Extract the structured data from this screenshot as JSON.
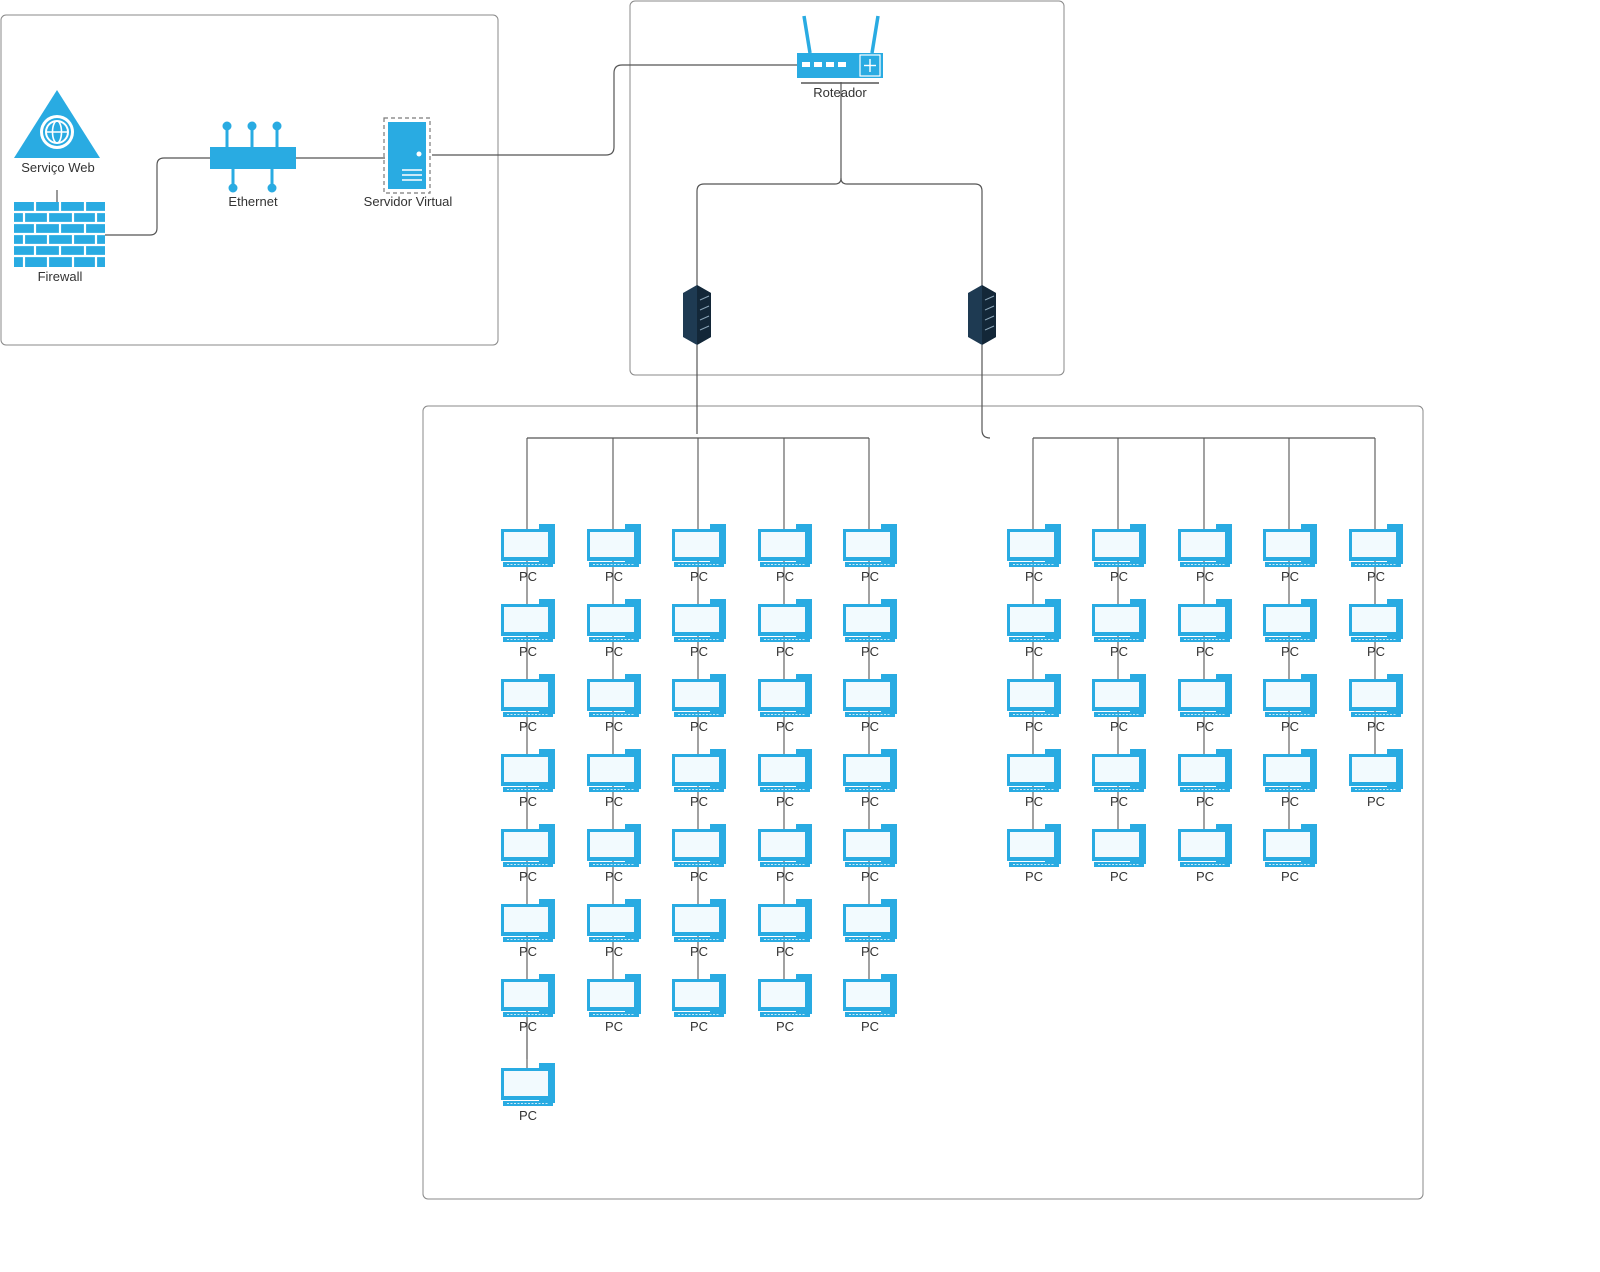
{
  "colors": {
    "accent": "#29ABE2",
    "server_dark": "#1E3A52",
    "line": "#555555",
    "frame": "#888888"
  },
  "nodes": {
    "web_service": {
      "label": "Serviço Web",
      "icon": "web-service-icon"
    },
    "firewall": {
      "label": "Firewall",
      "icon": "firewall-icon"
    },
    "ethernet": {
      "label": "Ethernet",
      "icon": "ethernet-icon"
    },
    "virtual_server": {
      "label": "Servidor Virtual",
      "icon": "virtual-server-icon"
    },
    "router": {
      "label": "Roteador",
      "icon": "router-icon"
    },
    "switch_left": {
      "label": "",
      "icon": "rack-server-icon"
    },
    "switch_right": {
      "label": "",
      "icon": "rack-server-icon"
    }
  },
  "pc_label": "PC",
  "pc_icon": "desktop-computer-icon",
  "left_group": {
    "columns": [
      8,
      7,
      7,
      7,
      7
    ]
  },
  "right_group": {
    "columns": [
      5,
      5,
      5,
      5,
      4
    ]
  }
}
